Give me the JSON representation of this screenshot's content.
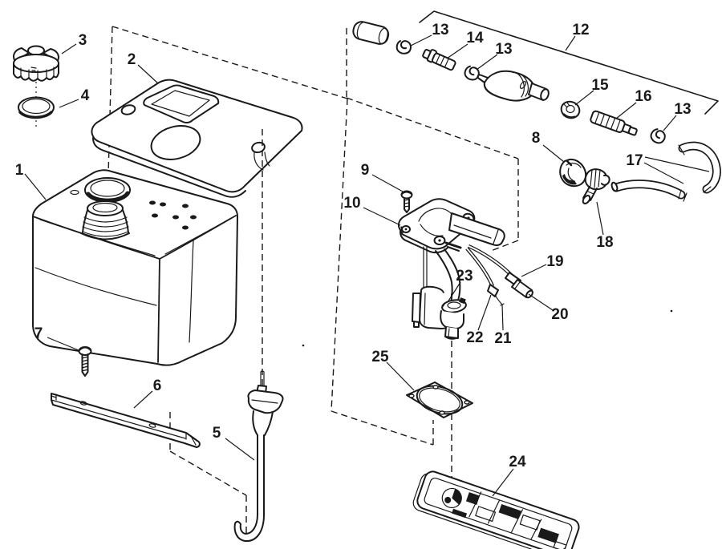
{
  "figure": {
    "type": "exploded-parts-diagram",
    "background_color": "#ffffff",
    "line_color": "#1a1a1a"
  },
  "callouts": [
    {
      "label": "1",
      "target": "oil-tank"
    },
    {
      "label": "2",
      "target": "tank-cover"
    },
    {
      "label": "3",
      "target": "filler-cap"
    },
    {
      "label": "4",
      "target": "cap-gasket"
    },
    {
      "label": "5",
      "target": "level-sensor"
    },
    {
      "label": "6",
      "target": "mounting-bracket"
    },
    {
      "label": "7",
      "target": "bracket-screw"
    },
    {
      "label": "8",
      "target": "hose-clamp"
    },
    {
      "label": "9",
      "target": "pump-screw"
    },
    {
      "label": "10",
      "target": "pump-assembly"
    },
    {
      "label": "12",
      "target": "hose-kit"
    },
    {
      "label": "13",
      "target": "clip-a"
    },
    {
      "label": "14",
      "target": "fitting-a"
    },
    {
      "label": "13",
      "target": "clip-b"
    },
    {
      "label": "15",
      "target": "grommet"
    },
    {
      "label": "16",
      "target": "inline-fitting"
    },
    {
      "label": "13",
      "target": "clip-c"
    },
    {
      "label": "17",
      "target": "hoses"
    },
    {
      "label": "18",
      "target": "elbow-fitting"
    },
    {
      "label": "19",
      "target": "wire-lead"
    },
    {
      "label": "20",
      "target": "wire-connector"
    },
    {
      "label": "21",
      "target": "terminal-tip"
    },
    {
      "label": "22",
      "target": "sensor-wire"
    },
    {
      "label": "23",
      "target": "tube-clamp"
    },
    {
      "label": "24",
      "target": "decal-plate"
    },
    {
      "label": "25",
      "target": "flange-gasket"
    }
  ]
}
